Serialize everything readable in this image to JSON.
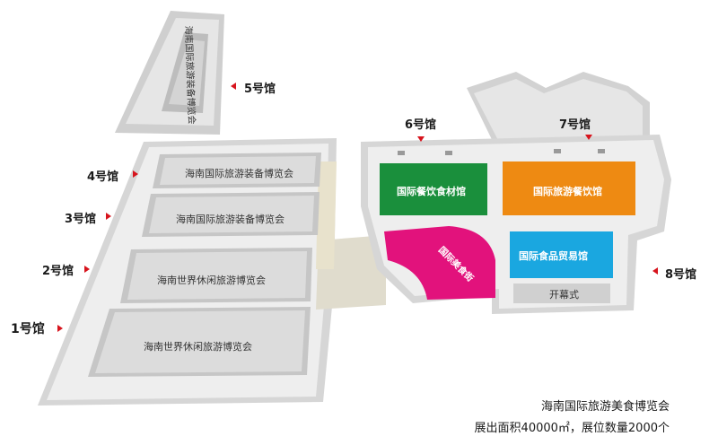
{
  "halls": {
    "h1": {
      "label": "1号馆"
    },
    "h2": {
      "label": "2号馆"
    },
    "h3": {
      "label": "3号馆"
    },
    "h4": {
      "label": "4号馆"
    },
    "h5": {
      "label": "5号馆"
    },
    "h6": {
      "label": "6号馆"
    },
    "h7": {
      "label": "7号馆"
    },
    "h8": {
      "label": "8号馆"
    }
  },
  "rooms": {
    "room_5": "海南国际旅游装备博览会",
    "room_4": "海南国际旅游装备博览会",
    "room_3": "海南国际旅游装备博览会",
    "room_2": "海南世界休闲旅游博览会",
    "room_1": "海南世界休闲旅游博览会",
    "room_6": "国际餐饮食材馆",
    "room_7": "国际旅游餐饮馆",
    "room_8": "国际食品贸易馆",
    "food_street": "国际美食街",
    "opening": "开幕式"
  },
  "colors": {
    "marker": "#d7141d",
    "green": "#1a8f3c",
    "orange": "#ee8a12",
    "blue": "#1aa7e0",
    "magenta": "#e2127c"
  },
  "footer": {
    "line1": "海南国际旅游美食博览会",
    "line2": "展出面积40000㎡，展位数量2000个"
  }
}
